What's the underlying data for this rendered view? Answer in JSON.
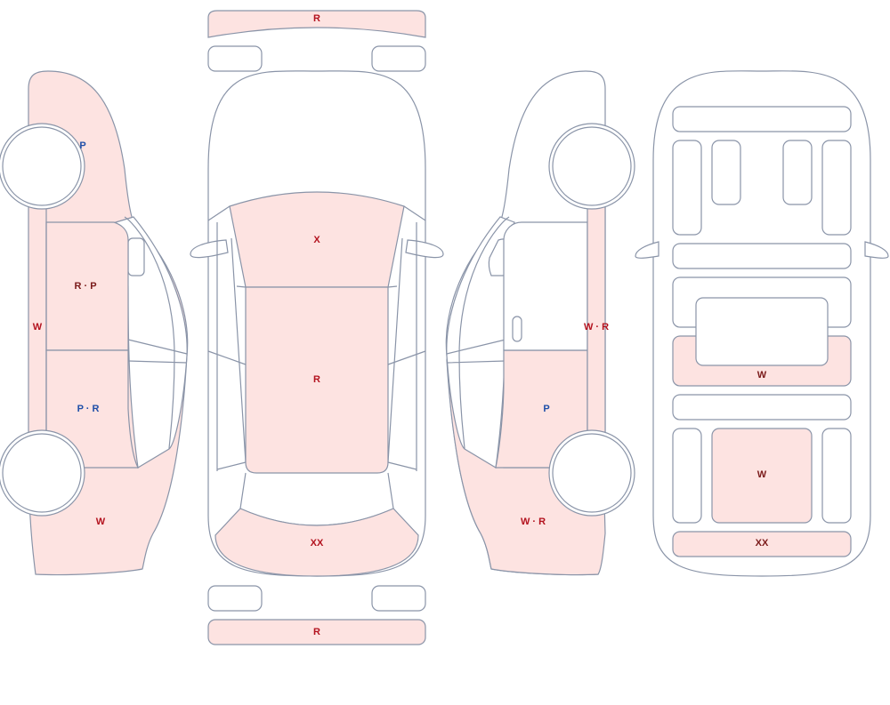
{
  "colors": {
    "damaged_fill": "#fde3e1",
    "outline": "#8a94a8",
    "label_red": "#b3121e",
    "label_blue": "#1f4fa8"
  },
  "labels": {
    "front_bumper": "R",
    "rear_bumper": "R",
    "hood": "X",
    "roof": "R",
    "trunk": "XX",
    "left_fender": "P",
    "left_sill": "W",
    "left_front_door": "R · P",
    "left_rear_door": "P · R",
    "left_quarter": "W",
    "right_sill": "W · R",
    "right_front_door": "P",
    "right_quarter": "W · R",
    "floor_middle": "W",
    "floor_rear_center": "W",
    "floor_rear_panel": "XX"
  }
}
